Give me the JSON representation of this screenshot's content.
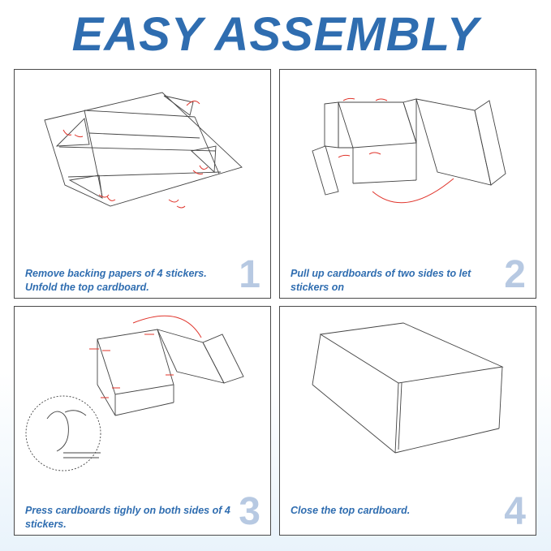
{
  "title": "EASY ASSEMBLY",
  "accent_color": "#2f6db0",
  "number_color": "#b7c9e2",
  "arrow_color": "#e0342b",
  "steps": [
    {
      "number": "1",
      "caption": "Remove backing papers of 4 stickers. Unfold the top cardboard."
    },
    {
      "number": "2",
      "caption": "Pull up cardboards of two sides to let stickers on"
    },
    {
      "number": "3",
      "caption": "Press cardboards tighly on both sides of 4 stickers."
    },
    {
      "number": "4",
      "caption": "Close the top cardboard."
    }
  ]
}
